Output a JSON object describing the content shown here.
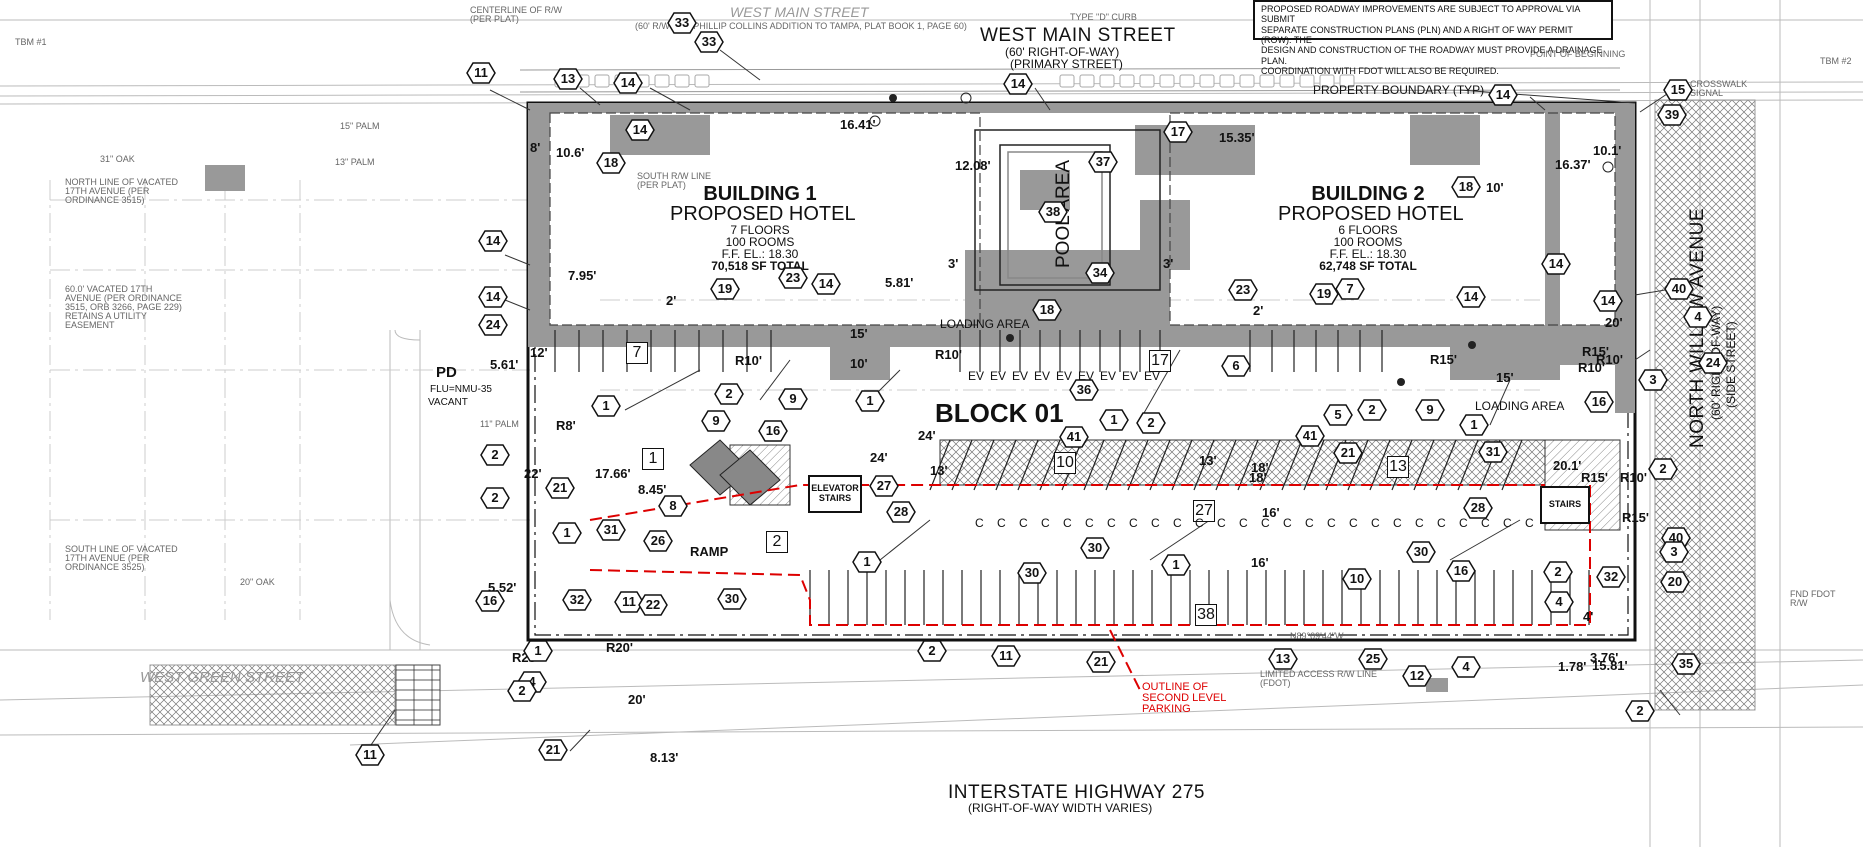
{
  "note": {
    "lines": [
      "PROPOSED ROADWAY IMPROVEMENTS ARE SUBJECT TO APPROVAL VIA SUBMIT",
      "SEPARATE CONSTRUCTION PLANS (PLN) AND A RIGHT OF WAY PERMIT (ROW). THE",
      "DESIGN AND CONSTRUCTION OF THE ROADWAY MUST PROVIDE A DRAINAGE PLAN.",
      "COORDINATION WITH FDOT WILL ALSO BE REQUIRED."
    ]
  },
  "streets": {
    "west_main": {
      "name": "WEST MAIN STREET",
      "row": "(60' RIGHT-OF-WAY)",
      "type": "(PRIMARY STREET)"
    },
    "north_willow": {
      "name": "NORTH WILLOW AVENUE",
      "row": "(60' RIGHT-OF-WAY)",
      "type": "(SIDE STREET)"
    },
    "interstate": {
      "name": "INTERSTATE HIGHWAY 275",
      "row": "(RIGHT-OF-WAY WIDTH VARIES)"
    },
    "west_green": {
      "name": "WEST GREEN STREET"
    },
    "west_main_faint": "WEST MAIN STREET"
  },
  "buildings": [
    {
      "name": "BUILDING 1",
      "use": "PROPOSED HOTEL",
      "floors": "7 FLOORS",
      "rooms": "100 ROOMS",
      "fel": "F.F. EL.: 18.30",
      "area": "70,518 SF TOTAL"
    },
    {
      "name": "BUILDING 2",
      "use": "PROPOSED HOTEL",
      "floors": "6 FLOORS",
      "rooms": "100 ROOMS",
      "fel": "F.F. EL.: 18.30",
      "area": "62,748 SF TOTAL"
    }
  ],
  "labels": {
    "pool_area": "POOL AREA",
    "block": "BLOCK 01",
    "pd": "PD",
    "flu": "FLU=NMU-35",
    "vacant": "VACANT",
    "ramp": "RAMP",
    "loading_area_1": "LOADING AREA",
    "loading_area_2": "LOADING AREA",
    "property_boundary": "PROPERTY BOUNDARY (TYP)",
    "elevator_stairs": "ELEVATOR STAIRS",
    "stairs": "STAIRS",
    "outline_second_level": "OUTLINE OF SECOND LEVEL PARKING",
    "ev": "EV",
    "compact": "C"
  },
  "faint_notes": [
    "NORTH LINE OF VACATED 17TH AVENUE (PER ORDINANCE 3515)",
    "60.0' VACATED 17TH AVENUE (PER ORDINANCE 3515, ORB 3266, PAGE 229) RETAINS A UTILITY EASEMENT",
    "SOUTH LINE OF VACATED 17TH AVENUE (PER ORDINANCE 3525)",
    "SOUTH R/W LINE (PER PLAT)",
    "LIMITED ACCESS R/W LINE (FDOT)",
    "31\" OAK",
    "15\" PALM",
    "13\" PALM",
    "11\" PALM",
    "20\" OAK",
    "TBM #1",
    "TBM #2",
    "POINT OF BEGINNING",
    "CENTERLINE OF R/W (PER PLAT)",
    "(60' R/W PER PHILLIP COLLINS ADDITION TO TAMPA, PLAT BOOK 1, PAGE 60)",
    "TYPE \"D\" CURB",
    "N89°09'44\"W",
    "CROSSWALK SIGNAL",
    "FND FDOT R/W"
  ],
  "dimensions": [
    "8'",
    "10.6'",
    "7.95'",
    "12'",
    "5.61'",
    "22'",
    "17.66'",
    "8.45'",
    "5.52'",
    "R25'",
    "R20'",
    "20'",
    "8.13'",
    "16.41'",
    "12.08'",
    "5.81'",
    "3'",
    "3'",
    "15'",
    "10'",
    "R10'",
    "R10'",
    "2'",
    "2'",
    "24'",
    "13'",
    "13'",
    "18'",
    "18'",
    "16'",
    "16'",
    "24'",
    "R8'",
    "R15'",
    "R10'",
    "R10'",
    "R10'",
    "R15'",
    "R15'",
    "R15'",
    "15'",
    "10'",
    "16.37'",
    "10.1'",
    "20'",
    "20.1'",
    "15.35'",
    "4'",
    "3.76'",
    "15.81'",
    "1.78'"
  ],
  "keynotes": [
    {
      "n": "11"
    },
    {
      "n": "13"
    },
    {
      "n": "14"
    },
    {
      "n": "33"
    },
    {
      "n": "33"
    },
    {
      "n": "14"
    },
    {
      "n": "14"
    },
    {
      "n": "37"
    },
    {
      "n": "17"
    },
    {
      "n": "14"
    },
    {
      "n": "15"
    },
    {
      "n": "39"
    },
    {
      "n": "18"
    },
    {
      "n": "38"
    },
    {
      "n": "18"
    },
    {
      "n": "14"
    },
    {
      "n": "14"
    },
    {
      "n": "19"
    },
    {
      "n": "23"
    },
    {
      "n": "14"
    },
    {
      "n": "34"
    },
    {
      "n": "23"
    },
    {
      "n": "7"
    },
    {
      "n": "19"
    },
    {
      "n": "14"
    },
    {
      "n": "14"
    },
    {
      "n": "40"
    },
    {
      "n": "14"
    },
    {
      "n": "24"
    },
    {
      "n": "18"
    },
    {
      "n": "4"
    },
    {
      "n": "24"
    },
    {
      "n": "2"
    },
    {
      "n": "9"
    },
    {
      "n": "36"
    },
    {
      "n": "6"
    },
    {
      "n": "3"
    },
    {
      "n": "1"
    },
    {
      "n": "9"
    },
    {
      "n": "16"
    },
    {
      "n": "1"
    },
    {
      "n": "1"
    },
    {
      "n": "2"
    },
    {
      "n": "5"
    },
    {
      "n": "2"
    },
    {
      "n": "9"
    },
    {
      "n": "1"
    },
    {
      "n": "16"
    },
    {
      "n": "2"
    },
    {
      "n": "21"
    },
    {
      "n": "41"
    },
    {
      "n": "41"
    },
    {
      "n": "21"
    },
    {
      "n": "31"
    },
    {
      "n": "2"
    },
    {
      "n": "2"
    },
    {
      "n": "8"
    },
    {
      "n": "27"
    },
    {
      "n": "28"
    },
    {
      "n": "28"
    },
    {
      "n": "40"
    },
    {
      "n": "31"
    },
    {
      "n": "26"
    },
    {
      "n": "30"
    },
    {
      "n": "30"
    },
    {
      "n": "3"
    },
    {
      "n": "1"
    },
    {
      "n": "1"
    },
    {
      "n": "1"
    },
    {
      "n": "16"
    },
    {
      "n": "20"
    },
    {
      "n": "32"
    },
    {
      "n": "16"
    },
    {
      "n": "32"
    },
    {
      "n": "11"
    },
    {
      "n": "22"
    },
    {
      "n": "30"
    },
    {
      "n": "30"
    },
    {
      "n": "10"
    },
    {
      "n": "2"
    },
    {
      "n": "4"
    },
    {
      "n": "35"
    },
    {
      "n": "1"
    },
    {
      "n": "4"
    },
    {
      "n": "2"
    },
    {
      "n": "11"
    },
    {
      "n": "21"
    },
    {
      "n": "2"
    },
    {
      "n": "11"
    },
    {
      "n": "21"
    },
    {
      "n": "13"
    },
    {
      "n": "25"
    },
    {
      "n": "12"
    },
    {
      "n": "4"
    },
    {
      "n": "2"
    }
  ],
  "boxes": [
    {
      "n": "7"
    },
    {
      "n": "1"
    },
    {
      "n": "2"
    },
    {
      "n": "17"
    },
    {
      "n": "10"
    },
    {
      "n": "13"
    },
    {
      "n": "27"
    },
    {
      "n": "38"
    }
  ]
}
